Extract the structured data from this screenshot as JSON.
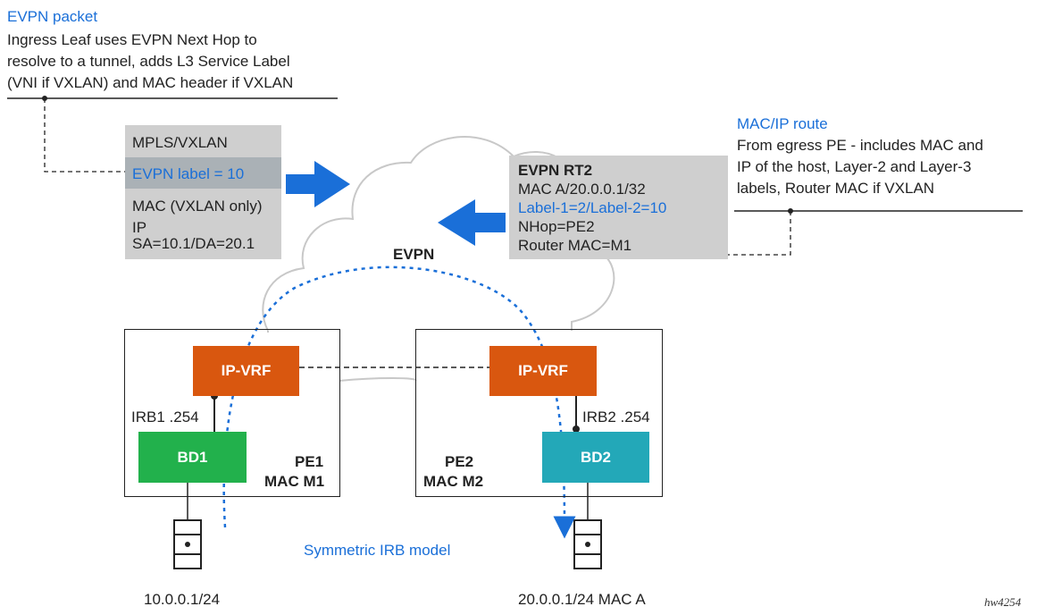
{
  "evpn_packet": {
    "title": "EVPN packet",
    "lines": [
      "Ingress Leaf uses EVPN Next Hop to",
      "resolve to a tunnel, adds L3 Service Label",
      "(VNI if VXLAN) and MAC header if VXLAN"
    ]
  },
  "packet_stack": {
    "row1": "MPLS/VXLAN",
    "row2": "EVPN label = 10",
    "row3": "MAC (VXLAN only)",
    "row4a": "IP",
    "row4b": "SA=10.1/DA=20.1"
  },
  "macip_route": {
    "title": "MAC/IP route",
    "lines": [
      "From egress PE - includes MAC and",
      "IP of the host, Layer-2 and Layer-3",
      "labels, Router MAC if VXLAN"
    ]
  },
  "rt2": {
    "title": "EVPN RT2",
    "line1": "MAC A/20.0.0.1/32",
    "line2": "Label-1=2/Label-2=10",
    "line3": "NHop=PE2",
    "line4": "Router MAC=M1"
  },
  "cloud_label": "EVPN",
  "pe1": {
    "vrf": "IP-VRF",
    "irb": "IRB1 .254",
    "bd": "BD1",
    "name": "PE1",
    "mac": "MAC M1",
    "host": "10.0.0.1/24"
  },
  "pe2": {
    "vrf": "IP-VRF",
    "irb": "IRB2 .254",
    "bd": "BD2",
    "name": "PE2",
    "mac": "MAC M2",
    "host": "20.0.0.1/24 MAC A"
  },
  "model_label": "Symmetric IRB model",
  "figure_id": "hw4254",
  "colors": {
    "accent_blue": "#1a6fd8",
    "vrf_orange": "#d9570f",
    "bd1_green": "#22b14c",
    "bd2_teal": "#23a8b8",
    "box_gray": "#cfcfcf"
  }
}
